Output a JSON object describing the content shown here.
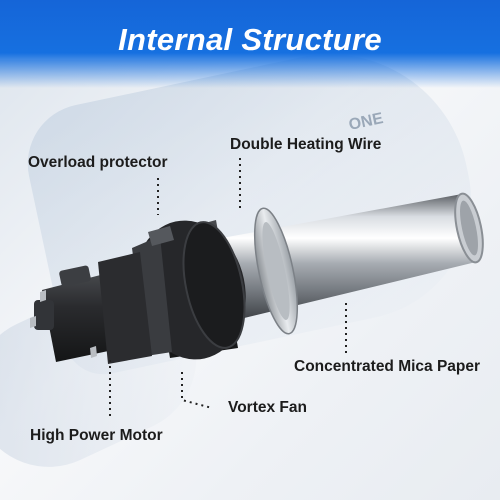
{
  "banner": {
    "title": "Internal Structure",
    "color": "#1565d8"
  },
  "labels": {
    "overload_protector": "Overload protector",
    "double_heating_wire": "Double Heating Wire",
    "concentrated_mica_paper": "Concentrated Mica Paper",
    "vortex_fan": "Vortex Fan",
    "high_power_motor": "High Power Motor"
  },
  "background_brand_text": "ONE"
}
